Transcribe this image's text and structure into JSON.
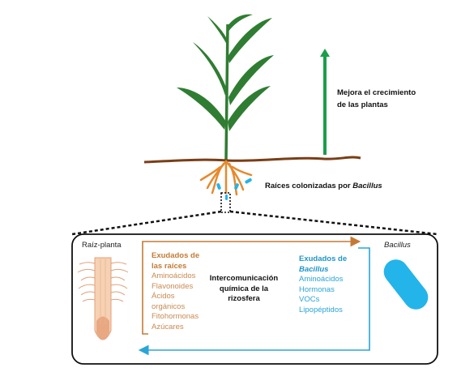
{
  "labels": {
    "growth_line1": "Mejora el crecimiento",
    "growth_line2": "de las plantas",
    "colonized_prefix": "Raíces colonizadas por ",
    "colonized_genus": "Bacillus",
    "root_plant": "Raíz-planta",
    "bacillus": "Bacillus",
    "communication_line1": "Intercomunicación",
    "communication_line2": "química de la",
    "communication_line3": "rizosfera"
  },
  "root_exudates": {
    "title_line1": "Exudados de",
    "title_line2": "las raíces",
    "items": [
      "Aminoácidos",
      "Flavonoides",
      "Ácidos",
      "orgánicos",
      "Fitohormonas",
      "Azúcares"
    ]
  },
  "bacillus_exudates": {
    "title_line1": "Exudados de",
    "title_line2": "Bacillus",
    "items": [
      "Aminoácidos",
      "Hormonas",
      "VOCs",
      "Lipopéptidos"
    ]
  },
  "colors": {
    "leaf": "#2f7d32",
    "soil": "#7a3e16",
    "root": "#e58a2e",
    "growth_arrow": "#1a9e4a",
    "root_exudate": "#c47a36",
    "bacillus": "#23b4ea",
    "bacillus_arrow": "#2aa5d6"
  }
}
